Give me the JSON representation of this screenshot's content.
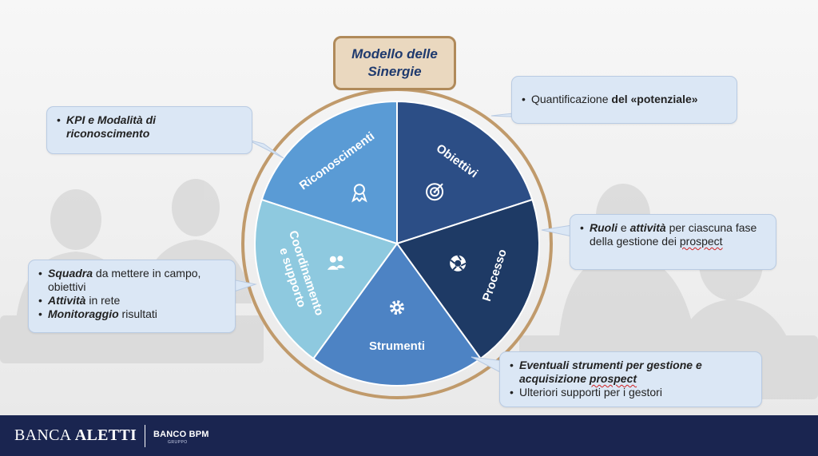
{
  "title": "Modello delle Sinergie",
  "segments": [
    {
      "label": "Obiettivi",
      "icon": "target-icon",
      "color": "#2c4e86"
    },
    {
      "label": "Processo",
      "icon": "camera-shutter-icon",
      "color": "#1e3a65"
    },
    {
      "label": "Strumenti",
      "icon": "gear-icon",
      "color": "#4d83c4"
    },
    {
      "label": "Coordinamento e supporto",
      "line1": "Coordinamento",
      "line2": "e supporto",
      "icon": "people-icon",
      "color": "#8ec9df"
    },
    {
      "label": "Riconoscimenti",
      "icon": "award-icon",
      "color": "#5a9bd5"
    }
  ],
  "callouts": {
    "obiettivi": {
      "pre": "Quantificazione ",
      "bold": "del «potenziale»"
    },
    "processo": {
      "b1": "Ruoli",
      "t1": " e ",
      "b2": "attività",
      "t2": " per ciascuna fase della gestione dei ",
      "t3": "prospect"
    },
    "strumenti": {
      "bold1": "Eventuali strumenti per gestione e acquisizione ",
      "bold2": "prospect",
      "item2": "Ulteriori supporti per i gestori"
    },
    "coordinamento": {
      "i1b": "Squadra",
      "i1t": " da mettere in campo, obiettivi",
      "i2b": "Attività",
      "i2t": " in rete",
      "i3b": "Monitoraggio",
      "i3t": " risultati"
    },
    "riconoscimenti": {
      "bold": "KPI e Modalità di riconoscimento"
    }
  },
  "footer": {
    "brand_light": "BANCA ",
    "brand_bold": "ALETTI",
    "brand2": "BANCO BPM",
    "brand2_sub": "GRUPPO"
  },
  "colors": {
    "footer_bg": "#1a2550",
    "ring": "#c09a6b",
    "title_border": "#b08a5a"
  }
}
